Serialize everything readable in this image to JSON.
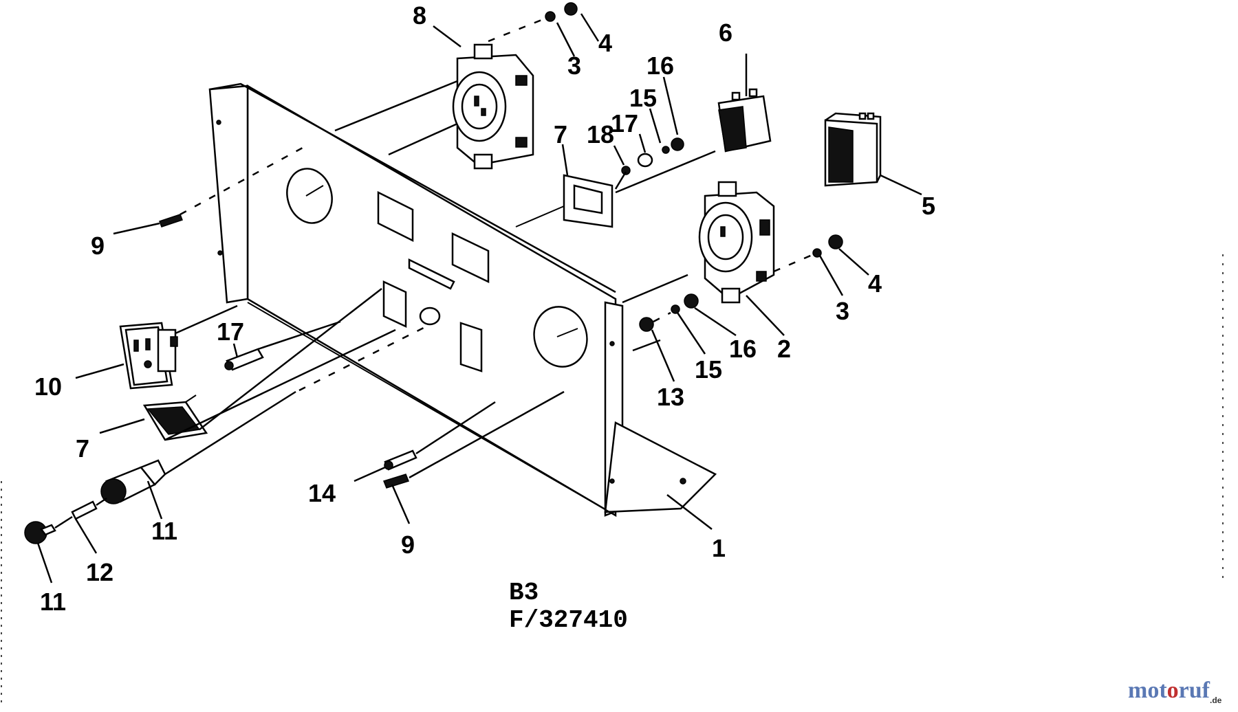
{
  "callouts": [
    {
      "id": "c8",
      "text": "8"
    },
    {
      "id": "c4a",
      "text": "4"
    },
    {
      "id": "c3a",
      "text": "3"
    },
    {
      "id": "c6",
      "text": "6"
    },
    {
      "id": "c16a",
      "text": "16"
    },
    {
      "id": "c15a",
      "text": "15"
    },
    {
      "id": "c17a",
      "text": "17"
    },
    {
      "id": "c18",
      "text": "18"
    },
    {
      "id": "c7a",
      "text": "7"
    },
    {
      "id": "c5",
      "text": "5"
    },
    {
      "id": "c9a",
      "text": "9"
    },
    {
      "id": "c4b",
      "text": "4"
    },
    {
      "id": "c3b",
      "text": "3"
    },
    {
      "id": "c17b",
      "text": "17"
    },
    {
      "id": "c16b",
      "text": "16"
    },
    {
      "id": "c2",
      "text": "2"
    },
    {
      "id": "c13",
      "text": "13"
    },
    {
      "id": "c15b",
      "text": "15"
    },
    {
      "id": "c10",
      "text": "10"
    },
    {
      "id": "c7b",
      "text": "7"
    },
    {
      "id": "c14",
      "text": "14"
    },
    {
      "id": "c11a",
      "text": "11"
    },
    {
      "id": "c12",
      "text": "12"
    },
    {
      "id": "c11b",
      "text": "11"
    },
    {
      "id": "c9b",
      "text": "9"
    },
    {
      "id": "c1",
      "text": "1"
    }
  ],
  "caption": {
    "line1": "B3",
    "line2": "F/327410"
  },
  "watermark": {
    "part1": "mot",
    "part2": "o",
    "part3": "ruf",
    "suffix": ".de"
  }
}
